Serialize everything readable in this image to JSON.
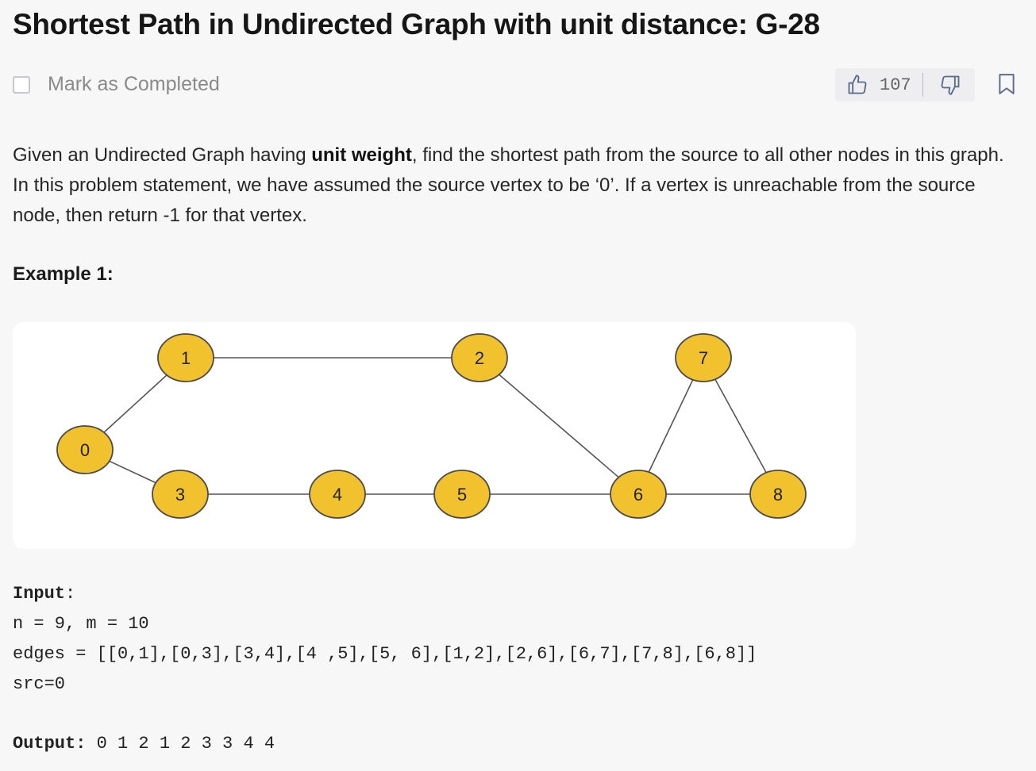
{
  "page": {
    "title": "Shortest Path in Undirected Graph with unit distance: G-28",
    "mark_completed_label": "Mark as Completed",
    "like_count": "107"
  },
  "description": {
    "before_bold": "Given an Undirected Graph having ",
    "bold": "unit weight",
    "after_bold": ", find the shortest path from the source to all other nodes in this graph. In this problem statement, we have assumed the source vertex to be ‘0’. If a vertex is unreachable from the source node, then return -1 for that vertex."
  },
  "example": {
    "title": "Example 1:",
    "input_label": "Input",
    "input_colon": ":",
    "n_m_line": "n = 9, m = 10",
    "edges_line": "edges = [[0,1],[0,3],[3,4],[4 ,5],[5, 6],[1,2],[2,6],[6,7],[7,8],[6,8]]",
    "src_line": "src=0",
    "output_label": "Output:",
    "output_value": " 0 1 2 1 2 3 3 4 4"
  },
  "graph": {
    "node_color": "#f2c12e",
    "edge_color": "#555555",
    "nodes": [
      {
        "id": "0",
        "label": "0"
      },
      {
        "id": "1",
        "label": "1"
      },
      {
        "id": "2",
        "label": "2"
      },
      {
        "id": "3",
        "label": "3"
      },
      {
        "id": "4",
        "label": "4"
      },
      {
        "id": "5",
        "label": "5"
      },
      {
        "id": "6",
        "label": "6"
      },
      {
        "id": "7",
        "label": "7"
      },
      {
        "id": "8",
        "label": "8"
      }
    ],
    "edges": [
      [
        "0",
        "1"
      ],
      [
        "0",
        "3"
      ],
      [
        "3",
        "4"
      ],
      [
        "4",
        "5"
      ],
      [
        "5",
        "6"
      ],
      [
        "1",
        "2"
      ],
      [
        "2",
        "6"
      ],
      [
        "6",
        "7"
      ],
      [
        "7",
        "8"
      ],
      [
        "6",
        "8"
      ]
    ]
  },
  "icons": {
    "like": "thumbs-up-icon",
    "dislike": "thumbs-down-icon",
    "bookmark": "bookmark-icon",
    "checkbox": "checkbox-icon"
  }
}
